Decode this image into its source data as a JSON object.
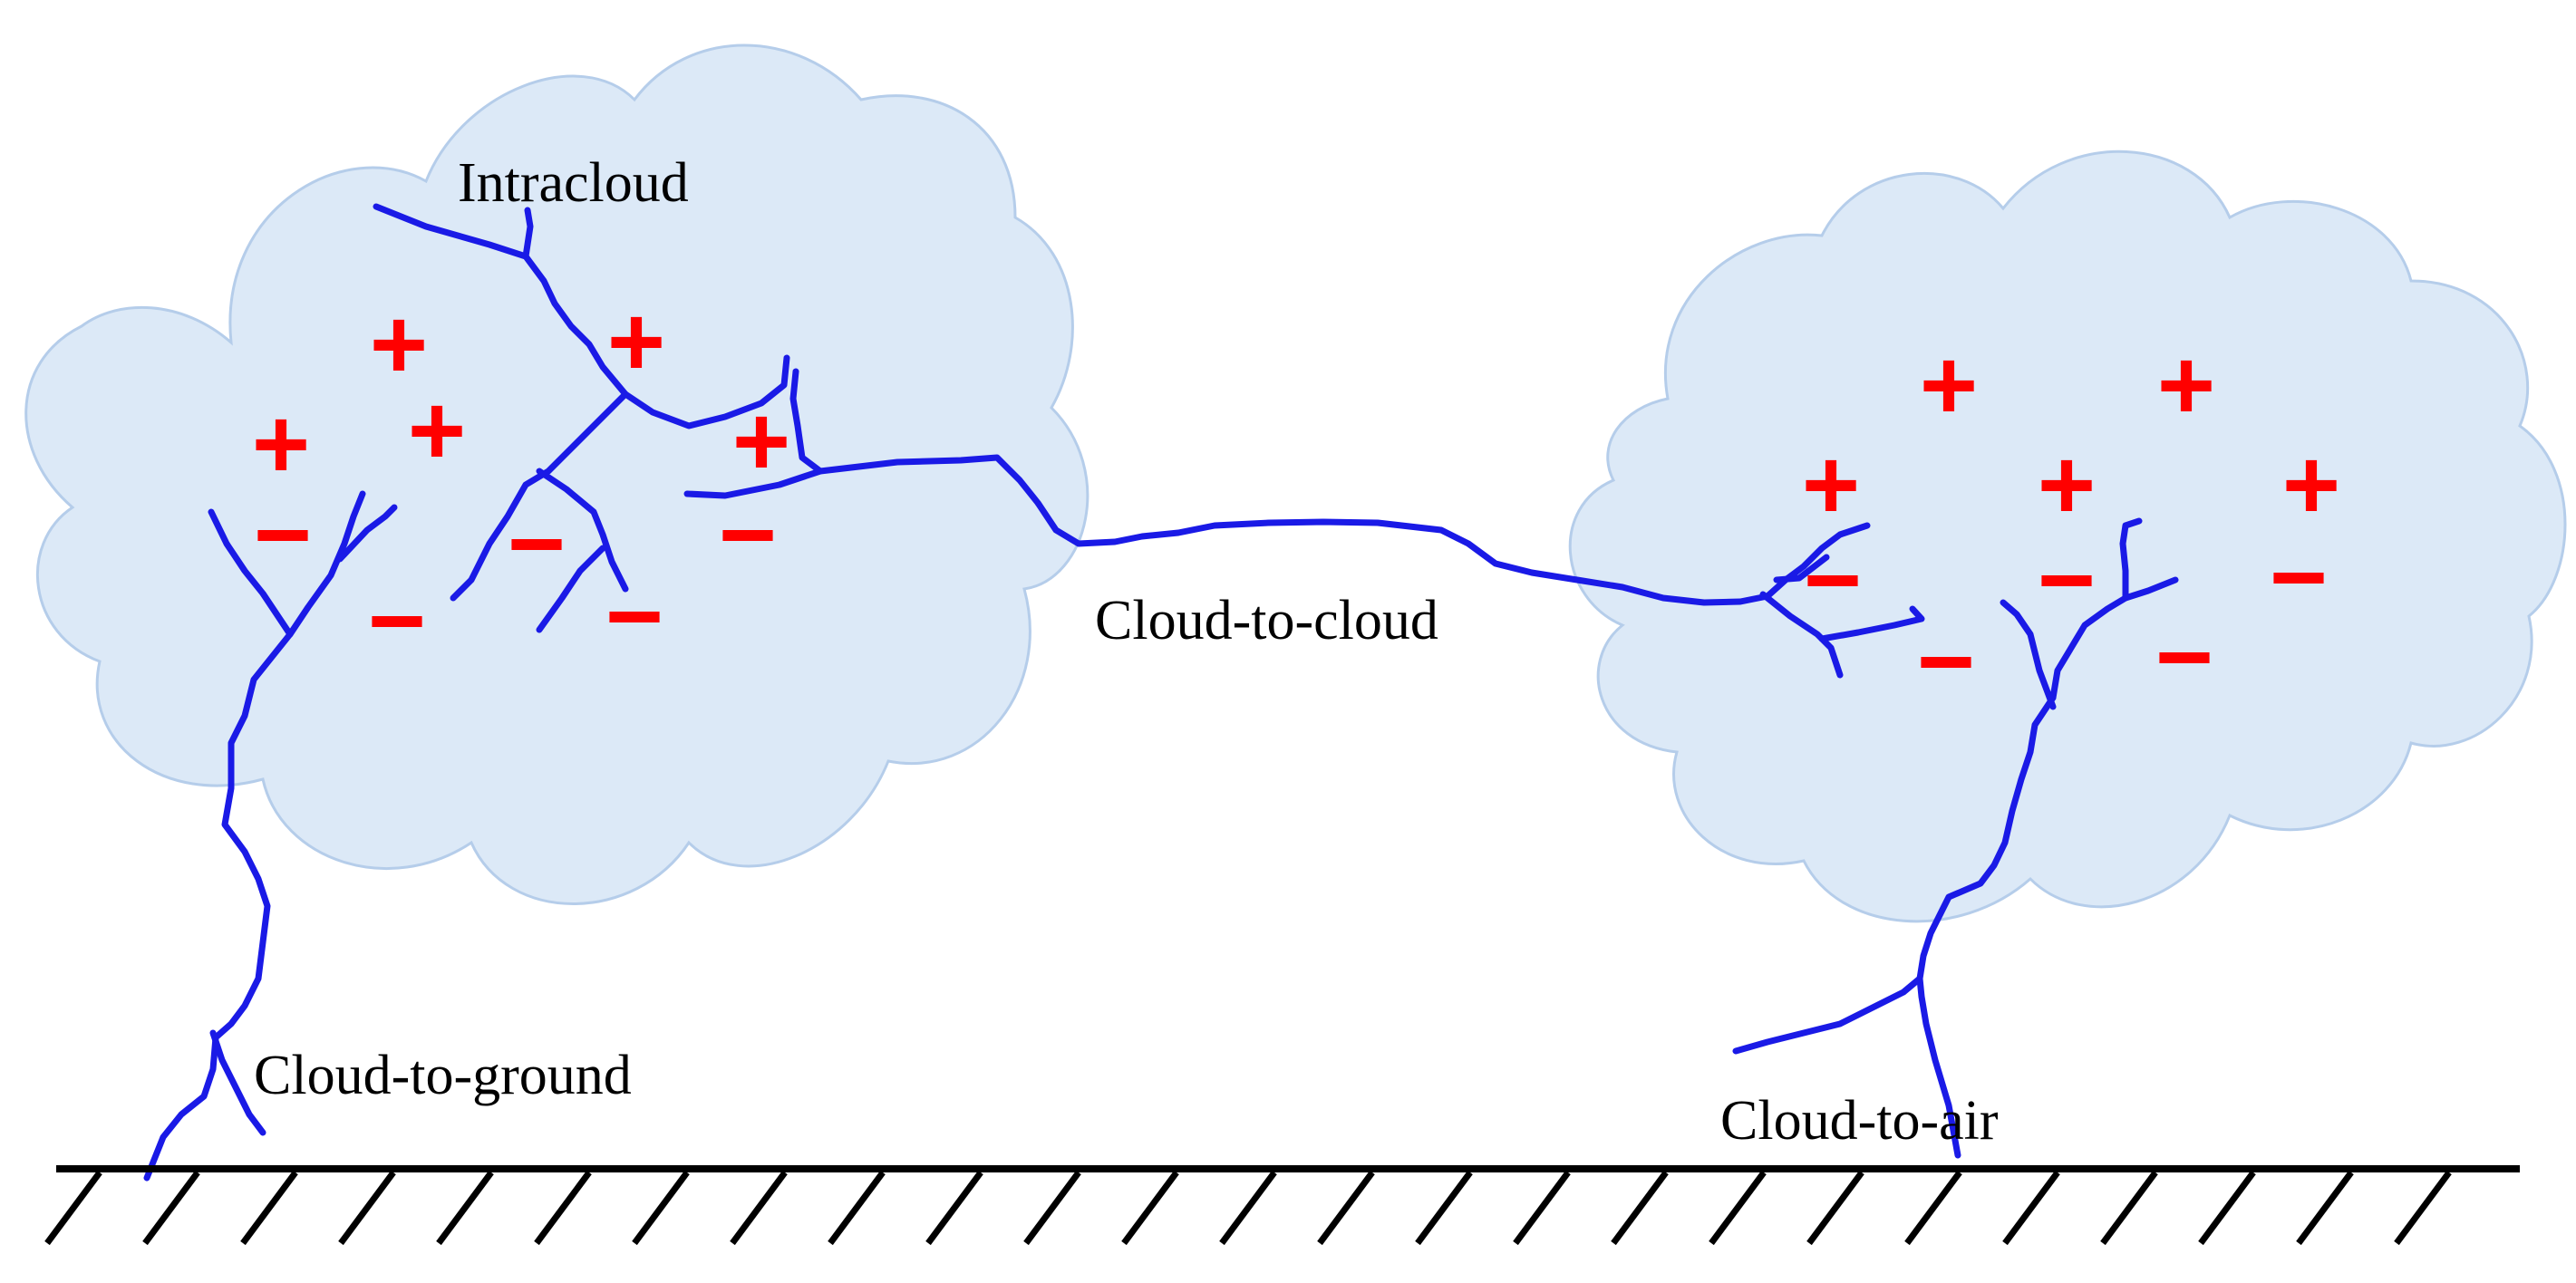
{
  "labels": {
    "intracloud": "Intracloud",
    "cloud_to_cloud": "Cloud-to-cloud",
    "cloud_to_ground": "Cloud-to-ground",
    "cloud_to_air": "Cloud-to-air"
  },
  "charges": {
    "positive_symbol": "+",
    "negative_symbol": "−"
  },
  "colors": {
    "cloud_fill": "#dce9f7",
    "cloud_stroke": "#b5cdea",
    "lightning": "#1a1ae6",
    "charge": "#ff0000",
    "ground": "#000000",
    "text": "#000000"
  },
  "icons": {
    "cloud": "cloud-icon",
    "lightning": "lightning-bolt-icon",
    "ground": "ground-hatch-icon"
  }
}
